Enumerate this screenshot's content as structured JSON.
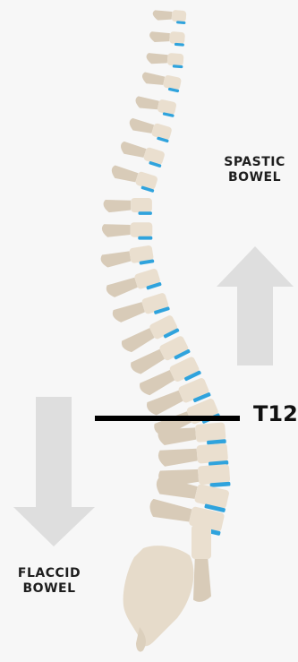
{
  "labels": {
    "spastic_line1": "SPASTIC",
    "spastic_line2": "BOWEL",
    "flaccid_line1": "FLACCID",
    "flaccid_line2": "BOWEL",
    "level": "T12"
  },
  "colors": {
    "background": "#f7f7f7",
    "bone": "#eadfcf",
    "bone_shadow": "#d8cbb8",
    "disc": "#2fa3dd",
    "arrow": "#dedede",
    "line": "#000000"
  },
  "icons": {
    "spine": "spine-illustration",
    "up_arrow": "up-arrow-icon",
    "down_arrow": "down-arrow-icon"
  },
  "vertebra_count": 24
}
